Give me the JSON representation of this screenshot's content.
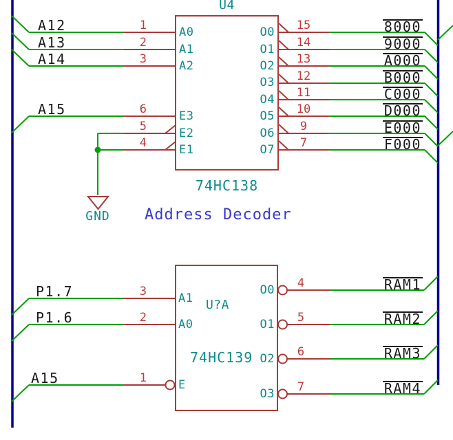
{
  "schematic": {
    "decoder": {
      "reference": "U4",
      "value": "74HC138",
      "note": "Address Decoder",
      "left_pins": [
        {
          "number": "1",
          "name": "A0",
          "net": "A12",
          "active_low": false
        },
        {
          "number": "2",
          "name": "A1",
          "net": "A13",
          "active_low": false
        },
        {
          "number": "3",
          "name": "A2",
          "net": "A14",
          "active_low": false
        },
        {
          "number": "6",
          "name": "E3",
          "net": "A15",
          "active_low": false
        },
        {
          "number": "5",
          "name": "E2",
          "net": "",
          "active_low": true
        },
        {
          "number": "4",
          "name": "E1",
          "net": "",
          "active_low": true
        }
      ],
      "right_pins": [
        {
          "number": "15",
          "name": "O0",
          "net": "8000",
          "active_low": true
        },
        {
          "number": "14",
          "name": "O1",
          "net": "9000",
          "active_low": true
        },
        {
          "number": "13",
          "name": "O2",
          "net": "A000",
          "active_low": true
        },
        {
          "number": "12",
          "name": "O3",
          "net": "B000",
          "active_low": true
        },
        {
          "number": "11",
          "name": "O4",
          "net": "C000",
          "active_low": true
        },
        {
          "number": "10",
          "name": "O5",
          "net": "D000",
          "active_low": true
        },
        {
          "number": "9",
          "name": "O6",
          "net": "E000",
          "active_low": true
        },
        {
          "number": "7",
          "name": "O7",
          "net": "F000",
          "active_low": true
        }
      ]
    },
    "demux": {
      "reference": "U?A",
      "value": "74HC139",
      "left_pins": [
        {
          "number": "3",
          "name": "A1",
          "net": "P1.7",
          "active_low": false
        },
        {
          "number": "2",
          "name": "A0",
          "net": "P1.6",
          "active_low": false
        },
        {
          "number": "1",
          "name": "E",
          "net": "A15",
          "active_low": true
        }
      ],
      "right_pins": [
        {
          "number": "4",
          "name": "O0",
          "net": "RAM1",
          "active_low": true
        },
        {
          "number": "5",
          "name": "O1",
          "net": "RAM2",
          "active_low": true
        },
        {
          "number": "6",
          "name": "O2",
          "net": "RAM3",
          "active_low": true
        },
        {
          "number": "7",
          "name": "O3",
          "net": "RAM4",
          "active_low": true
        }
      ]
    },
    "power": {
      "gnd_label": "GND"
    }
  },
  "colors": {
    "wire": "#00A000",
    "bus": "#00008D",
    "outline": "#A93939",
    "pin_number": "#C03838",
    "pin_name": "#0D8B8B",
    "note": "#3A3ACD",
    "label": "#1A1A1A",
    "bg": "#FFFFFF"
  }
}
